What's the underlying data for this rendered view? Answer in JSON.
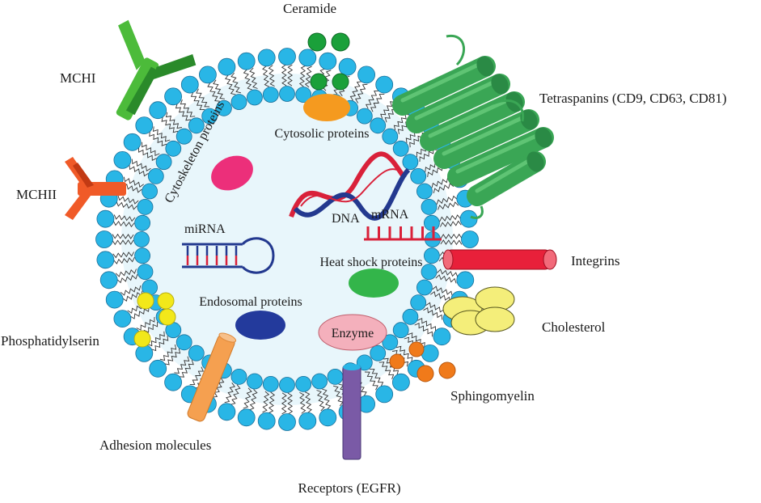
{
  "labels": {
    "ceramide": "Ceramide",
    "mchi": "MCHI",
    "mchii": "MCHII",
    "tetraspanins": "Tetraspanins (CD9, CD63, CD81)",
    "integrins": "Integrins",
    "cholesterol": "Cholesterol",
    "sphingomyelin": "Sphingomyelin",
    "receptors": "Receptors (EGFR)",
    "adhesion": "Adhesion molecules",
    "phosphatidylserin": "Phosphatidylserin"
  },
  "inner": {
    "cytosolic": "Cytosolic proteins",
    "cytoskeleton": "Cytoskeleton proteins",
    "dna": "DNA",
    "mrna": "mRNA",
    "mirna": "miRNA",
    "heat_shock": "Heat shock proteins",
    "endosomal": "Endosomal proteins",
    "enzyme": "Enzyme"
  },
  "colors": {
    "lipid_head": "#29b6e6",
    "lumen": "#e8f6fb",
    "tetraspanin": "#3aa655",
    "mchi": "#4cbb3a",
    "mchii": "#f05a28",
    "integrin": "#e8203a",
    "cholesterol": "#f4ee7a",
    "sphingomyelin": "#f07a1a",
    "receptor": "#7a5aa6",
    "adhesion": "#f5a050",
    "phosphatidylserin": "#f2e81a",
    "ceramide": "#1aa03a",
    "cytosolic": "#f59a1f",
    "cytoskeleton": "#ec2f7a",
    "heat_shock": "#33b54a",
    "endosomal": "#233a9c",
    "enzyme": "#f4b0bc",
    "dna_red": "#d9213a",
    "dna_blue": "#23398f"
  }
}
